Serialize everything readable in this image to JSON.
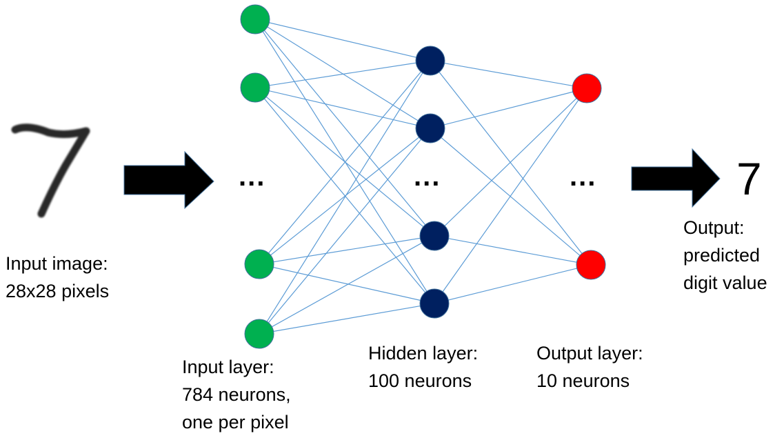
{
  "title": "Neural network for MNIST digit classification",
  "input_image": {
    "digit_drawn": "7",
    "label": "Input image:\n28x28 pixels"
  },
  "layers": {
    "input": {
      "label": "Input layer:\n784 neurons,\none per pixel",
      "neurons_drawn": 4,
      "color": "#00b050"
    },
    "hidden": {
      "label": "Hidden layer:\n100 neurons",
      "neurons_drawn": 4,
      "color": "#002060"
    },
    "output": {
      "label": "Output layer:\n10 neurons",
      "neurons_drawn": 2,
      "color": "#ff0000"
    }
  },
  "ellipsis": "...",
  "output": {
    "value": "7",
    "label": "Output:\npredicted\ndigit value"
  },
  "colors": {
    "connection": "#5b9bd5",
    "arrow": "#000000",
    "node_border": "#41719c"
  }
}
